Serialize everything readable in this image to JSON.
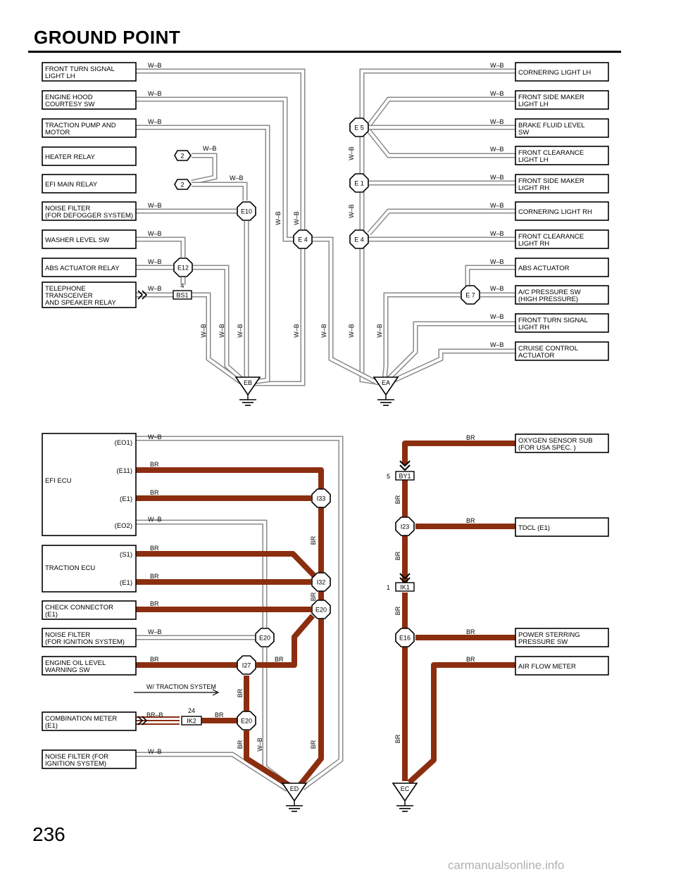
{
  "page": {
    "title": "GROUND POINT",
    "number": "236",
    "watermark": "carmanualsonline.info"
  },
  "wire_colors": {
    "wb": "W–B",
    "br": "BR",
    "brb": "BR–B"
  },
  "components": {
    "front_turn_signal_lh": [
      "FRONT TURN SIGNAL",
      "LIGHT LH"
    ],
    "engine_hood_courtesy_sw": [
      "ENGINE HOOD",
      "COURTESY SW"
    ],
    "traction_pump_motor": [
      "TRACTION PUMP AND",
      "MOTOR"
    ],
    "heater_relay": [
      "HEATER RELAY"
    ],
    "efi_main_relay": [
      "EFI MAIN RELAY"
    ],
    "noise_filter_defogger": [
      "NOISE FILTER",
      "(FOR DEFOGGER SYSTEM)"
    ],
    "washer_level_sw": [
      "WASHER LEVEL SW"
    ],
    "abs_actuator_relay": [
      "ABS ACTUATOR RELAY"
    ],
    "telephone": [
      "TELEPHONE",
      "TRANSCEIVER",
      "AND SPEAKER RELAY"
    ],
    "cornering_light_lh": [
      "CORNERING LIGHT LH"
    ],
    "front_side_maker_lh": [
      "FRONT SIDE MAKER",
      "LIGHT LH"
    ],
    "brake_fluid_level_sw": [
      "BRAKE FLUID LEVEL",
      "SW"
    ],
    "front_clearance_lh": [
      "FRONT CLEARANCE",
      "LIGHT LH"
    ],
    "front_side_maker_rh": [
      "FRONT SIDE MAKER",
      "LIGHT RH"
    ],
    "cornering_light_rh": [
      "CORNERING LIGHT RH"
    ],
    "front_clearance_rh": [
      "FRONT CLEARANCE",
      "LIGHT RH"
    ],
    "abs_actuator": [
      "ABS ACTUATOR"
    ],
    "ac_pressure_sw": [
      "A/C PRESSURE SW",
      "(HIGH PRESSURE)"
    ],
    "front_turn_signal_rh": [
      "FRONT TURN SIGNAL",
      "LIGHT RH"
    ],
    "cruise_control_actuator": [
      "CRUISE CONTROL",
      "ACTUATOR"
    ],
    "efi_ecu": [
      "EFI ECU"
    ],
    "traction_ecu": [
      "TRACTION ECU"
    ],
    "check_connector": [
      "CHECK CONNECTOR",
      "(E1)"
    ],
    "noise_filter_ignition": [
      "NOISE FILTER",
      "(FOR IGNITION SYSTEM)"
    ],
    "engine_oil_level": [
      "ENGINE OIL LEVEL",
      "WARNING SW"
    ],
    "combination_meter": [
      "COMBINATION METER",
      "(E1)"
    ],
    "noise_filter_ignition_2": [
      "NOISE FILTER (FOR",
      "IGNITION SYSTEM)"
    ],
    "oxygen_sensor_sub": [
      "OXYGEN SENSOR SUB",
      "(FOR USA SPEC. )"
    ],
    "tdcl": [
      "TDCL (E1)"
    ],
    "power_steering_sw": [
      "POWER STERRING",
      "PRESSURE SW"
    ],
    "air_flow_meter": [
      "AIR FLOW METER"
    ]
  },
  "terminals": {
    "eo1": "(EO1)",
    "e11": "(E11)",
    "e1": "(E1)",
    "eo2": "(EO2)",
    "s1": "(S1)"
  },
  "junctions": {
    "e10": "E10",
    "e12": "E12",
    "e4": "E 4",
    "e5": "E 5",
    "e1": "E 1",
    "e7": "E 7",
    "i33": "I33",
    "i32": "I32",
    "e20": "E20",
    "i27": "I27",
    "i23": "I23",
    "e16": "E16",
    "h2": "2"
  },
  "connectors": {
    "bs1": "BS1",
    "ik2": "IK2",
    "by1": "BY1",
    "ik1": "IK1"
  },
  "pins": {
    "p4": "4",
    "p24": "24",
    "p5": "5",
    "p1": "1"
  },
  "grounds": {
    "eb": "EB",
    "ea": "EA",
    "ed": "ED",
    "ec": "EC"
  },
  "notes": {
    "traction_system": "W/ TRACTION SYSTEM"
  },
  "colors": {
    "br_wire": "#8b2e0f",
    "wb_wire": "#8a8a8a",
    "ink": "#000000"
  }
}
